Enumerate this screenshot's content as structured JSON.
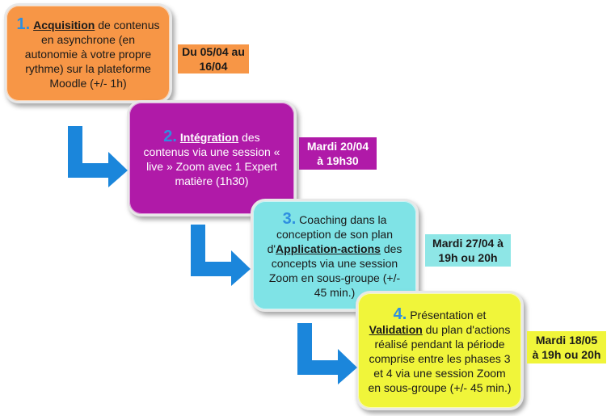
{
  "steps": [
    {
      "number": "1.",
      "keyword": "Acquisition",
      "text": " de contenus en asynchrone (en autonomie à votre propre rythme) sur la plateforme Moodle (+/- 1h)",
      "date_line1": "Du 05/04 au",
      "date_line2": "16/04"
    },
    {
      "number": "2.",
      "keyword": "Intégration",
      "text": " des contenus via une session « live » Zoom avec 1 Expert matière (1h30)",
      "date_line1": "Mardi 20/04",
      "date_line2": "à 19h30"
    },
    {
      "number": "3.",
      "text_before": " Coaching dans la conception de son plan d'",
      "keyword": "Application-actions",
      "text": " des concepts via une session Zoom en sous-groupe (+/- 45 min.)",
      "date_line1": "Mardi 27/04 à",
      "date_line2": "19h ou 20h"
    },
    {
      "number": "4.",
      "text_before": " Présentation et ",
      "keyword": "Validation",
      "text": " du plan d'actions réalisé pendant la période comprise entre les phases 3 et 4 via une session Zoom en sous-groupe (+/- 45 min.)",
      "date_line1": "Mardi 18/05",
      "date_line2": "à 19h ou 20h"
    }
  ],
  "colors": {
    "step1": "#f79646",
    "step2": "#b01aa8",
    "step3": "#7fe3e6",
    "step4": "#f0f53a",
    "date1": "#f79646",
    "date2": "#b01aa8",
    "date3": "#8ee6e6",
    "date4": "#f0f53a",
    "number_blue": "#2e8fe0",
    "arrow_blue": "#1b86db"
  },
  "icons": [
    "arrow-down-right-icon"
  ]
}
